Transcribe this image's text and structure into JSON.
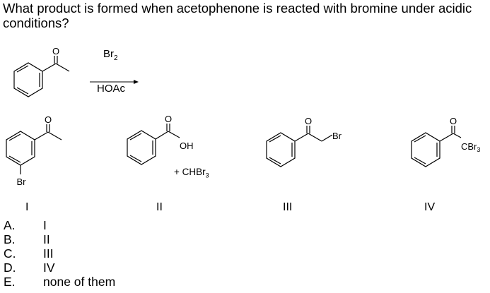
{
  "question": {
    "text": "What product is formed when acetophenone is reacted with bromine under acidic conditions?"
  },
  "reaction": {
    "reactant": "acetophenone",
    "reagent_top": "Br",
    "reagent_top_sub": "2",
    "reagent_bottom": "HOAc",
    "carbonyl_O": "O",
    "arrow": "reaction-arrow"
  },
  "structures": [
    {
      "numeral": "I",
      "O": "O",
      "substituent": "Br"
    },
    {
      "numeral": "II",
      "O": "O",
      "group": "OH",
      "byproduct_prefix": "+ CHBr",
      "byproduct_sub": "3"
    },
    {
      "numeral": "III",
      "O": "O",
      "group": "Br"
    },
    {
      "numeral": "IV",
      "O": "O",
      "group": "CBr",
      "group_sub": "3"
    }
  ],
  "choices": [
    {
      "letter": "A.",
      "answer": "I"
    },
    {
      "letter": "B.",
      "answer": "II"
    },
    {
      "letter": "C.",
      "answer": "III"
    },
    {
      "letter": "D.",
      "answer": "IV"
    },
    {
      "letter": "E.",
      "answer": "none of them"
    }
  ]
}
